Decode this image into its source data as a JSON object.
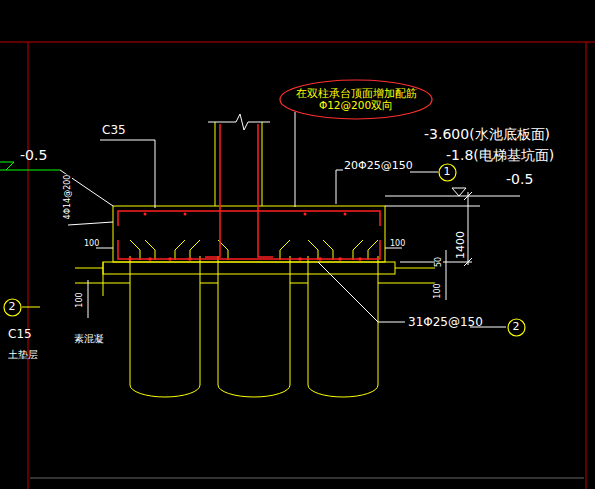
{
  "diagram": {
    "nodes": [
      {
        "text": [
          "在双柱承台顶面增加配筋",
          "Φ12@200双向"
        ]
      },
      {
        "text": [
          "1"
        ]
      },
      {
        "text": [
          "2"
        ]
      },
      {
        "text": [
          "2"
        ]
      }
    ],
    "labels": [
      "C35",
      "-0.5",
      "-3.600(水池底板面)",
      "-1.8(电梯基坑面)",
      "20Φ25@150",
      "-0.5",
      "4Φ14@200",
      "100",
      "100",
      "50",
      "1400",
      "100",
      "100",
      "31Φ25@150",
      "C15",
      "素混凝",
      "土垫层"
    ]
  }
}
